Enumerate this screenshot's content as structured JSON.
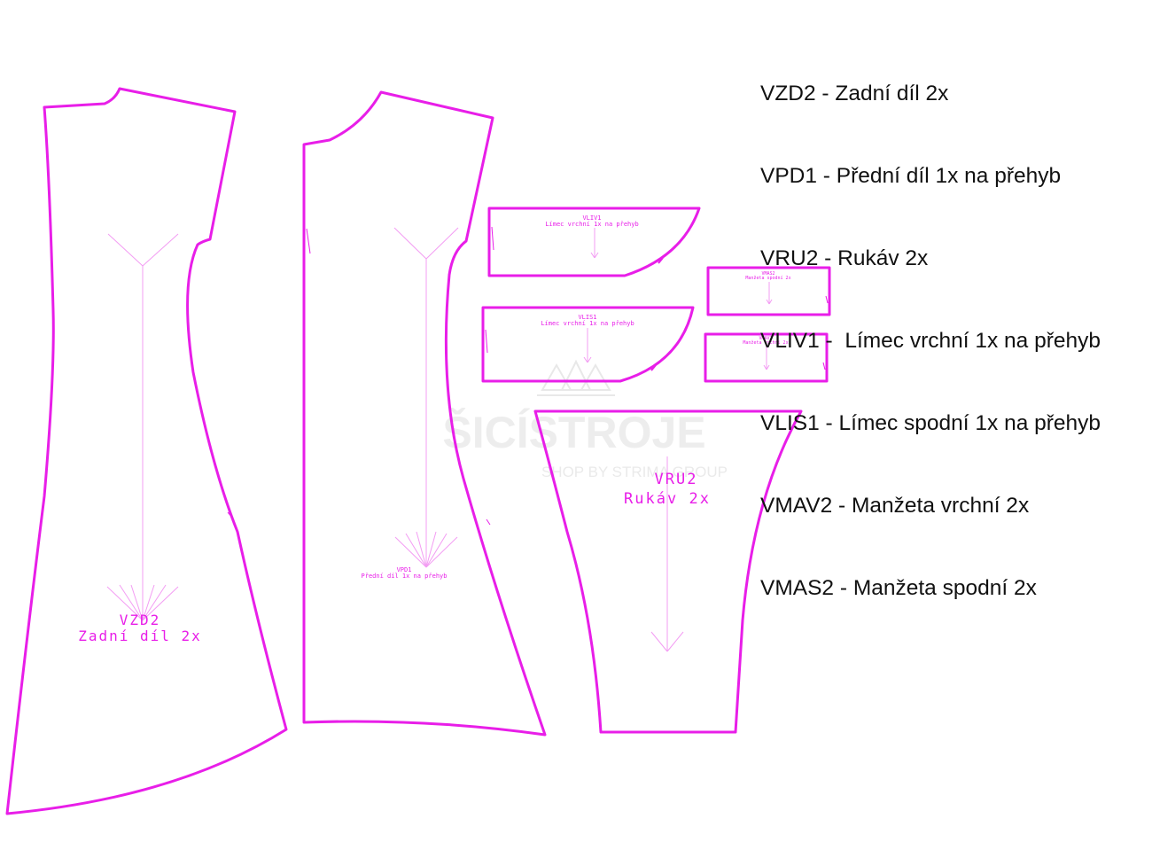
{
  "legend": [
    "VZD2 - Zadní díl 2x",
    "VPD1 - Přední díl 1x na přehyb",
    "VRU2 - Rukáv 2x",
    "VLIV1 -  Límec vrchní 1x na přehyb",
    "VLIS1 - Límec spodní 1x na přehyb",
    "VMAV2 - Manžeta vrchní 2x",
    "VMAS2 - Manžeta spodní 2x"
  ],
  "pieces": {
    "vzd2": {
      "code": "VZD2",
      "name": "Zadní díl 2x"
    },
    "vpd1": {
      "code": "VPD1",
      "name": "Přední díl 1x na přehyb"
    },
    "vru2": {
      "code": "VRU2",
      "name": "Rukáv 2x"
    },
    "vliv1": {
      "code": "VLIV1",
      "name": "Límec  vrchní 1x na přehyb"
    },
    "vlis1": {
      "code": "VLIS1",
      "name": "Límec vrchní 1x na přehyb"
    },
    "vmas2": {
      "code": "VMAS2",
      "name": "Manžeta spodní 2x"
    },
    "vmav2": {
      "code": "VMAV2",
      "name": "Manžeta  vrchní 2x"
    }
  },
  "watermark": {
    "brand": "ŠICÍSTROJE",
    "tagline": "SHOP BY STRIMA GROUP"
  },
  "colors": {
    "outline": "#e81ee8",
    "grainline": "#f39cf3",
    "label": "#e81ee8",
    "watermark": "#ececec",
    "legend_text": "#111111"
  }
}
